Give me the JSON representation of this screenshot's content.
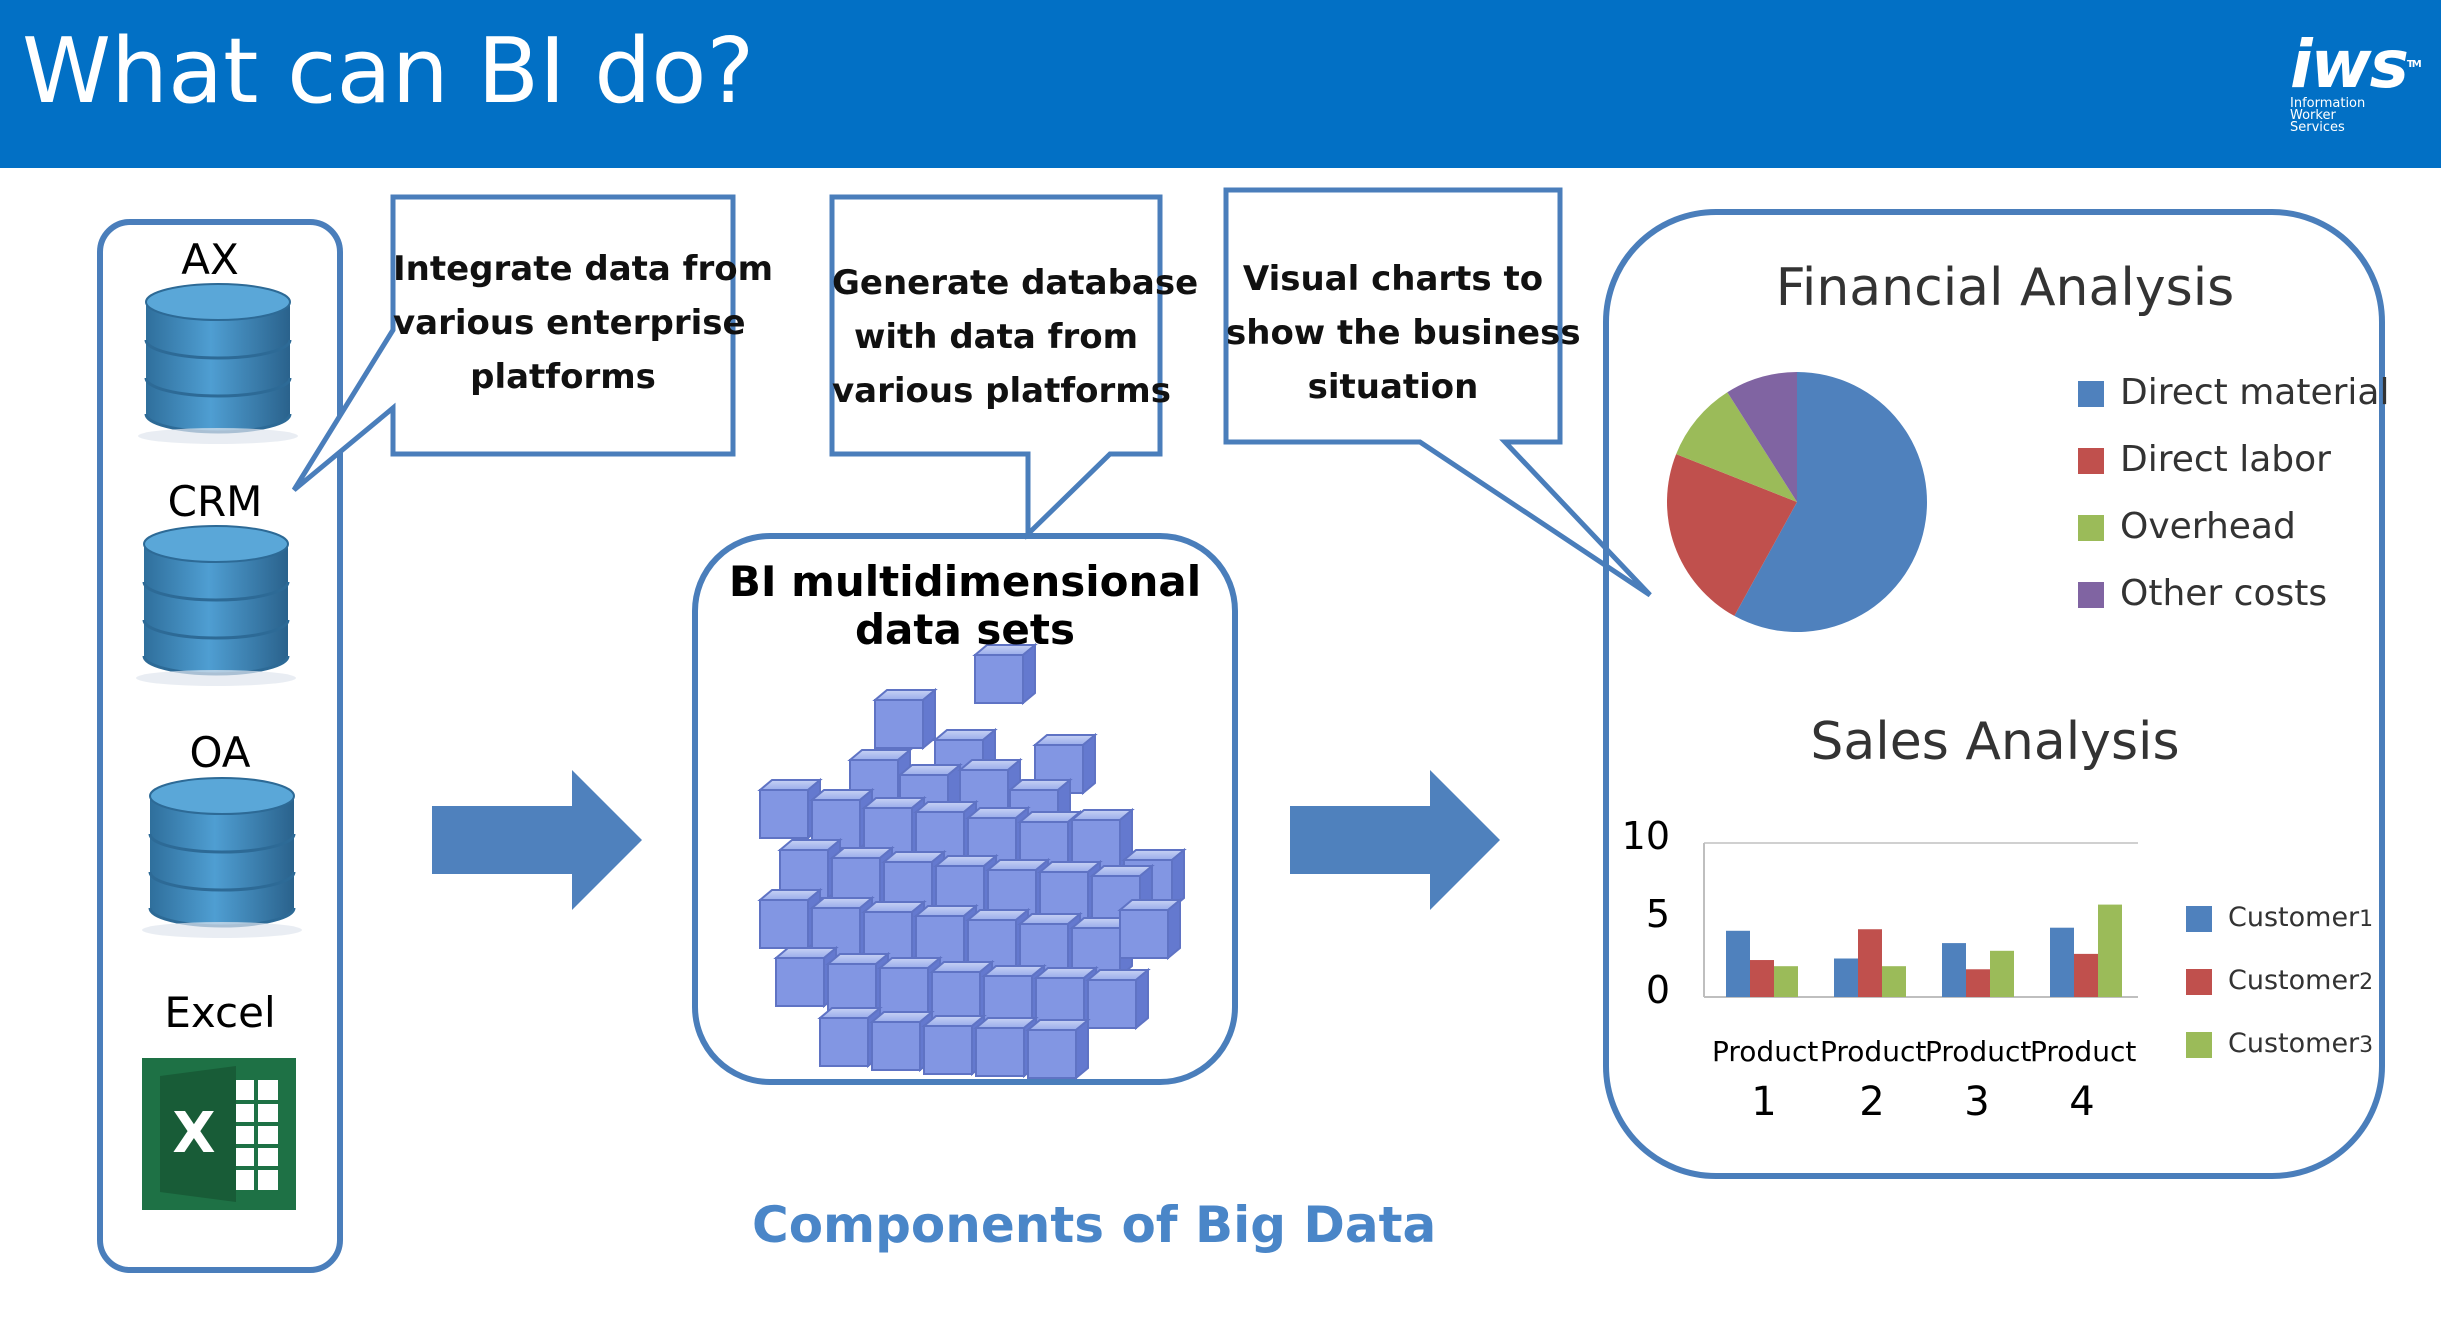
{
  "header": {
    "title": "What can BI do?"
  },
  "logo": {
    "brand": "iws",
    "tm": "TM",
    "line1": "Information",
    "line2": "Worker",
    "line3": "Services"
  },
  "sources": [
    {
      "label": "AX",
      "icon": "database-icon"
    },
    {
      "label": "CRM",
      "icon": "database-icon"
    },
    {
      "label": "OA",
      "icon": "database-icon"
    },
    {
      "label": "Excel",
      "icon": "excel-icon"
    }
  ],
  "excel_glyph": "X",
  "callouts": [
    {
      "lines": [
        "Integrate data from",
        "various enterprise",
        "platforms"
      ]
    },
    {
      "lines": [
        "Generate database",
        "with data from",
        "various platforms"
      ]
    },
    {
      "lines": [
        "Visual charts to",
        "show the business",
        "situation"
      ]
    }
  ],
  "bi": {
    "line1": "BI multidimensional",
    "line2": "data sets"
  },
  "caption": "Components of Big Data",
  "colors": {
    "header": "#0270c5",
    "border": "#4a7ebb",
    "arrow": "#4f81bd",
    "caption": "#4a86c8"
  },
  "chart_data": [
    {
      "type": "pie",
      "title": "Financial Analysis",
      "labels": [
        "Direct material",
        "Direct labor",
        "Overhead",
        "Other costs"
      ],
      "values": [
        58,
        23,
        10,
        9
      ],
      "colors": [
        "#4f81bd",
        "#c0504d",
        "#9bbb59",
        "#8064a2"
      ],
      "legend": "right"
    },
    {
      "type": "bar",
      "title": "Sales Analysis",
      "categories": [
        "1",
        "2",
        "3",
        "4"
      ],
      "category_prefix": "Product",
      "series": [
        {
          "name": "Customer",
          "suffix": "1",
          "values": [
            4.3,
            2.5,
            3.5,
            4.5
          ],
          "color": "#4f81bd"
        },
        {
          "name": "Customer",
          "suffix": "2",
          "values": [
            2.4,
            4.4,
            1.8,
            2.8
          ],
          "color": "#c0504d"
        },
        {
          "name": "Customer",
          "suffix": "3",
          "values": [
            2.0,
            2.0,
            3.0,
            6.0
          ],
          "color": "#9bbb59"
        }
      ],
      "yticks": [
        "0",
        "5",
        "10"
      ],
      "ylim": [
        0,
        10
      ],
      "legend": "right",
      "grid": false
    }
  ]
}
